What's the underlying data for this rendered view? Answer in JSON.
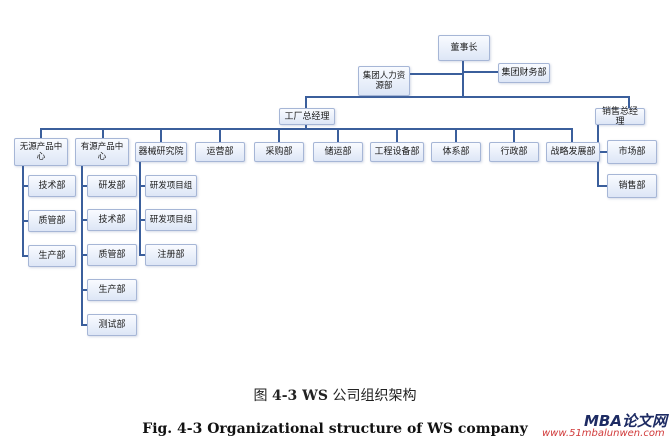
{
  "diagram": {
    "nodes": {
      "chairman": "董事长",
      "group_hr": "集团人力资源部",
      "group_finance": "集团财务部",
      "factory_gm": "工厂总经理",
      "sales_gm": "销售总经理",
      "no_source_center": "无源产品中心",
      "active_center": "有源产品中心",
      "device_institute": "器械研究院",
      "operations": "运营部",
      "purchasing": "采购部",
      "warehouse": "储运部",
      "engineering": "工程设备部",
      "system": "体系部",
      "admin": "行政部",
      "strategy": "战略发展部",
      "ns_tech": "技术部",
      "ns_qa": "质管部",
      "ns_prod": "生产部",
      "ac_rd": "研发部",
      "ac_tech": "技术部",
      "ac_qa": "质管部",
      "ac_prod": "生产部",
      "ac_test": "测试部",
      "di_rd_group_1": "研发项目组",
      "di_rd_group_2": "研发项目组",
      "di_registration": "注册部",
      "sales_market": "市场部",
      "sales_sales": "销售部"
    }
  },
  "caption": {
    "cn_prefix": "图",
    "cn_number": "4-3 WS",
    "cn_title": "公司组织架构",
    "en": "Fig. 4-3 Organizational structure of WS company"
  },
  "watermark": {
    "title": "MBA论文网",
    "url": "www.51mbalunwen.com"
  }
}
